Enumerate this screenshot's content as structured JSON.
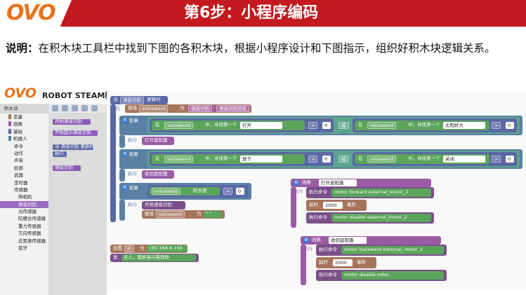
{
  "slide": {
    "logo": "OVO",
    "title": "第6步：小程序编码",
    "desc_label": "说明：",
    "desc_text": "在积木块工具栏中找到下图的各积木块，根据小程序设计和下图指示，组织好积木块逻辑关系。"
  },
  "app": {
    "logo": "OVO",
    "name": "ROBOT STEAM教"
  },
  "sidebar": {
    "header": "积木块",
    "items": [
      {
        "label": "变量",
        "level": 0,
        "color": "#a5745b"
      },
      {
        "label": "函数",
        "level": 0,
        "color": "#9b5ba5"
      },
      {
        "label": "基础",
        "level": 0,
        "color": "#5b67a5"
      },
      {
        "label": "机器人",
        "level": 0,
        "color": "#5b80a5"
      },
      {
        "label": "命令",
        "level": 1,
        "color": ""
      },
      {
        "label": "动作",
        "level": 1,
        "color": ""
      },
      {
        "label": "声音",
        "level": 1,
        "color": ""
      },
      {
        "label": "脸部",
        "level": 1,
        "color": ""
      },
      {
        "label": "武器",
        "level": 1,
        "color": ""
      },
      {
        "label": "定时器",
        "level": 1,
        "color": ""
      },
      {
        "label": "传感器",
        "level": 1,
        "color": ""
      },
      {
        "label": "照相机",
        "level": 2,
        "color": ""
      },
      {
        "label": "语音识别",
        "level": 2,
        "color": "",
        "selected": true
      },
      {
        "label": "光传感器",
        "level": 2,
        "color": ""
      },
      {
        "label": "陀螺仪传感器",
        "level": 2,
        "color": ""
      },
      {
        "label": "重力传感器",
        "level": 2,
        "color": ""
      },
      {
        "label": "方向传感器",
        "level": 2,
        "color": ""
      },
      {
        "label": "近距离传感器",
        "level": 2,
        "color": ""
      },
      {
        "label": "蓝牙",
        "level": 2,
        "color": ""
      }
    ]
  },
  "flyout": {
    "items": [
      "开始语音识别",
      "开始提示语音识别",
      "当 语音识别 更新时",
      "执行",
      "语音识别"
    ]
  },
  "event_block": {
    "when": "当",
    "event": "语音识别",
    "updated": "更新时",
    "do": "执行",
    "assign": "赋值",
    "var": "voiceword",
    "to": "为",
    "src": "语音识别",
    "result": "语音识别消息"
  },
  "if1": {
    "if": "如果",
    "in": "在",
    "var": "voiceword",
    "find": "中，寻找第一个",
    "word1": "打开",
    "op": ">",
    "zero": "0",
    "or": "或",
    "word2": "太阳好大",
    "do": "执行",
    "call": "打开遮阳篷"
  },
  "if2": {
    "if": "如果",
    "in": "在",
    "var": "voiceword",
    "find": "中，寻找第一个",
    "word1": "放下",
    "op": ">",
    "zero": "0",
    "or": "或",
    "word2": "关闭",
    "do": "执行",
    "call": "收回遮阳篷"
  },
  "if3": {
    "if": "如果",
    "var": "voiceword",
    "len": "的长度",
    "op": "=",
    "zero": "0",
    "do": "执行",
    "start": "开始语音识别",
    "assign": "赋值",
    "var2": "voiceword",
    "to": "为",
    "empty": "\" \""
  },
  "fn_open": {
    "fn": "函数",
    "name": "打开遮阳篷",
    "do": "执行",
    "cmd": "执行命令",
    "cmd1": "motor forward external_motor_2",
    "delay": "延时",
    "ms": "2000",
    "unit": "毫秒",
    "cmd2": "motor disable external_motor_2"
  },
  "fn_close": {
    "fn": "函数",
    "name": "收回遮阳篷",
    "do": "执行",
    "cmd": "执行命令",
    "cmd1": "motor backward external_motor_2",
    "delay": "延时",
    "ms": "2000",
    "unit": "毫秒",
    "cmd2": "motor disable exter..."
  },
  "ip_block": {
    "set": "设置",
    "key": "IP",
    "to": "为",
    "ip": "192.168.9.159",
    "say": "说",
    "msg": "主人，我好高兴看到你"
  },
  "colors": {
    "header_red": "#c4191f",
    "logo_orange": "#e8731c",
    "selected_purple": "#9b6bbf"
  }
}
